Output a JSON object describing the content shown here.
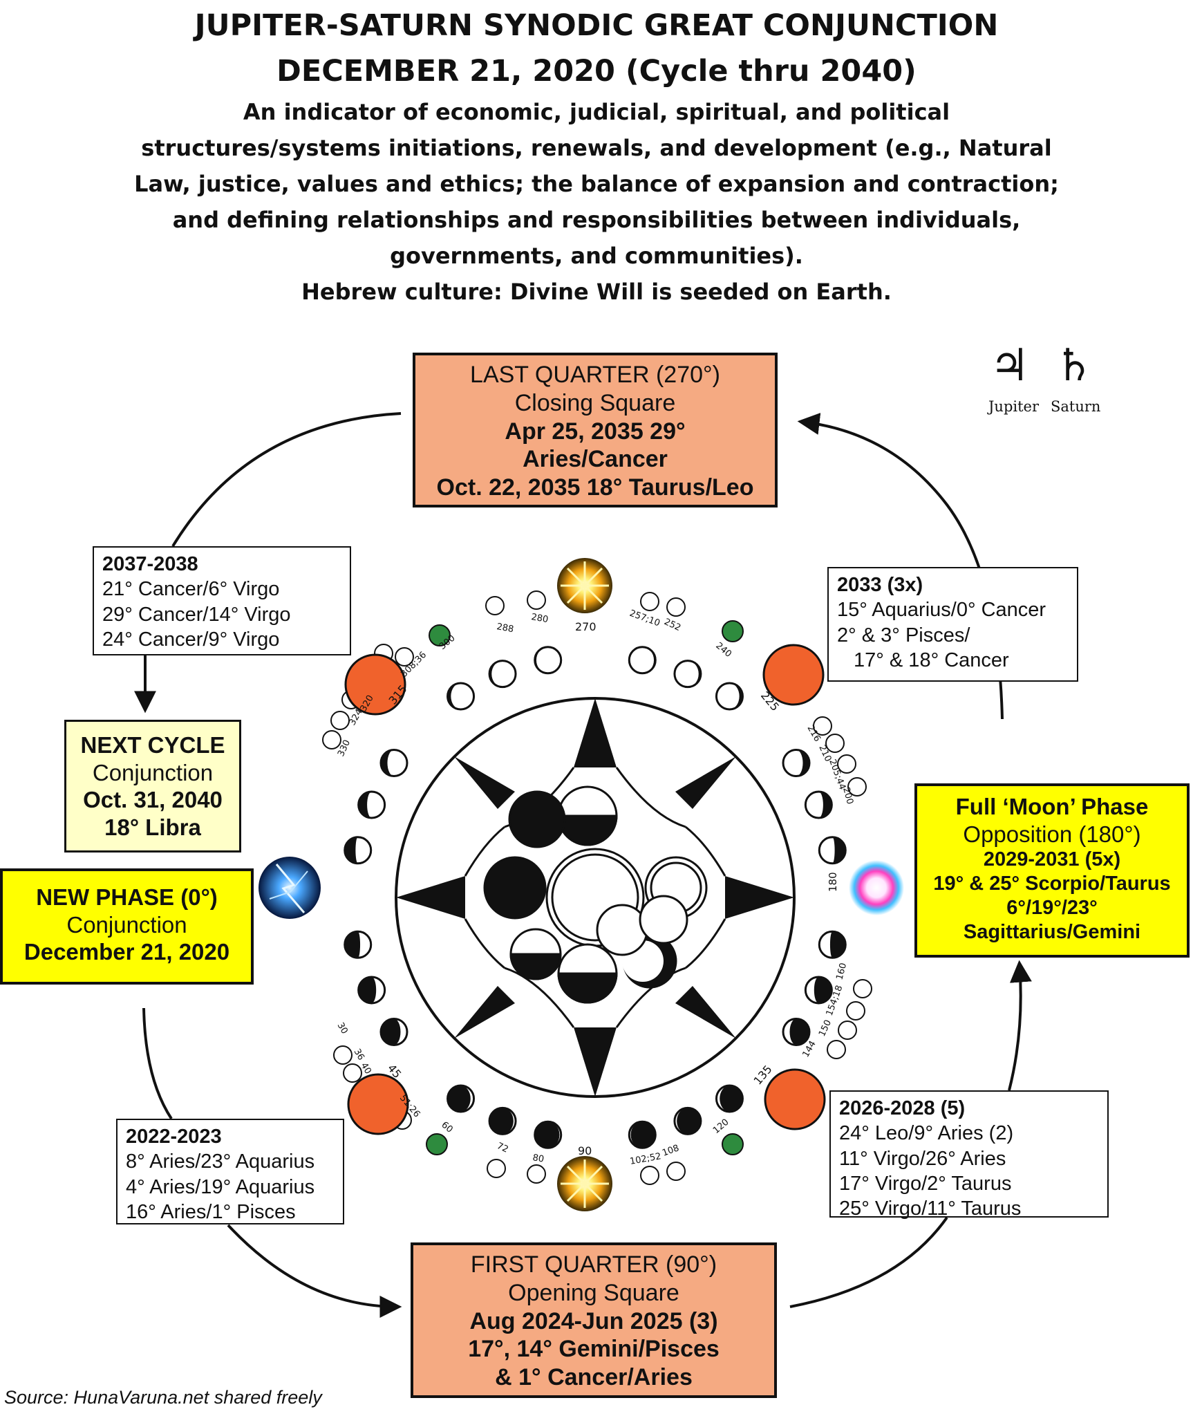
{
  "title": {
    "line1": "JUPITER-SATURN SYNODIC GREAT CONJUNCTION",
    "line2": "DECEMBER 21, 2020 (Cycle thru 2040)"
  },
  "description": [
    "An indicator of economic, judicial, spiritual, and political",
    "structures/systems initiations, renewals, and development (e.g., Natural",
    "Law, justice, values and ethics; the balance of expansion and contraction;",
    "and defining relationships and responsibilities between individuals,",
    "governments, and communities).",
    "Hebrew culture:  Divine Will is seeded on Earth."
  ],
  "legend": {
    "jupiter_symbol": "♃",
    "saturn_symbol": "♄",
    "jupiter_label": "Jupiter",
    "saturn_label": "Saturn"
  },
  "phases": {
    "last_quarter": {
      "heading": "LAST QUARTER (270°)",
      "subtitle": "Closing Square",
      "line1": "Apr 25, 2035 29°",
      "line2": "Aries/Cancer",
      "line3": "Oct. 22, 2035 18° Taurus/Leo"
    },
    "first_quarter": {
      "heading": "FIRST QUARTER (90°)",
      "subtitle": "Opening Square",
      "line1": "Aug 2024-Jun 2025 (3)",
      "line2": "17°, 14° Gemini/Pisces",
      "line3": "& 1° Cancer/Aries"
    },
    "full_moon": {
      "heading": "Full ‘Moon’ Phase",
      "subtitle": "Opposition (180°)",
      "line1": "2029-2031 (5x)",
      "line2": "19° & 25° Scorpio/Taurus",
      "line3": "6°/19°/23°",
      "line4": "Sagittarius/Gemini"
    },
    "new_phase": {
      "heading": "NEW PHASE  (0°)",
      "subtitle": "Conjunction",
      "line1": "December 21, 2020"
    },
    "next_cycle": {
      "heading": "NEXT CYCLE",
      "subtitle": "Conjunction",
      "line1": "Oct. 31, 2040",
      "line2": "18° Libra"
    }
  },
  "aspects": {
    "y2037_2038": {
      "heading": "2037-2038",
      "lines": [
        "21° Cancer/6° Virgo",
        "29° Cancer/14° Virgo",
        "24° Cancer/9° Virgo"
      ]
    },
    "y2033": {
      "heading": "2033 (3x)",
      "lines": [
        "15° Aquarius/0° Cancer",
        "2° & 3° Pisces/",
        "17° & 18° Cancer"
      ]
    },
    "y2022_2023": {
      "heading": "2022-2023",
      "lines": [
        "8° Aries/23° Aquarius",
        "4° Aries/19° Aquarius",
        "16° Aries/1° Pisces"
      ]
    },
    "y2026_2028": {
      "heading": "2026-2028 (5)",
      "lines": [
        "24° Leo/9° Aries (2)",
        "11° Virgo/26° Aries",
        "17° Virgo/2° Taurus",
        "25° Virgo/11° Taurus"
      ]
    }
  },
  "degree_labels": {
    "d270": "270",
    "d288": "288",
    "d280": "280",
    "d257": "257;10",
    "d252": "252",
    "d240": "240",
    "d225": "225",
    "d216": "216",
    "d210": "210",
    "d205": "205;44",
    "d200": "200",
    "d180": "180",
    "d160": "160",
    "d154": "154;18",
    "d150": "150",
    "d144": "144",
    "d135": "135",
    "d120": "120",
    "d108": "108",
    "d102": "102;52",
    "d90": "90",
    "d80": "80",
    "d72": "72",
    "d60": "60",
    "d51": "51;26",
    "d45": "45",
    "d40": "40",
    "d36": "36",
    "d30": "30",
    "d300": "300",
    "d308": "308;36",
    "d315": "315",
    "d320": "320",
    "d324": "324",
    "d330": "330"
  },
  "colors": {
    "orange_box": "#f5aa82",
    "yellow_box": "#ffff00",
    "cream_box": "#ffffc8",
    "orange_planet": "#f0622c",
    "green_marker": "#2e8b3e"
  },
  "source": "Source:  HunaVaruna.net   shared freely"
}
